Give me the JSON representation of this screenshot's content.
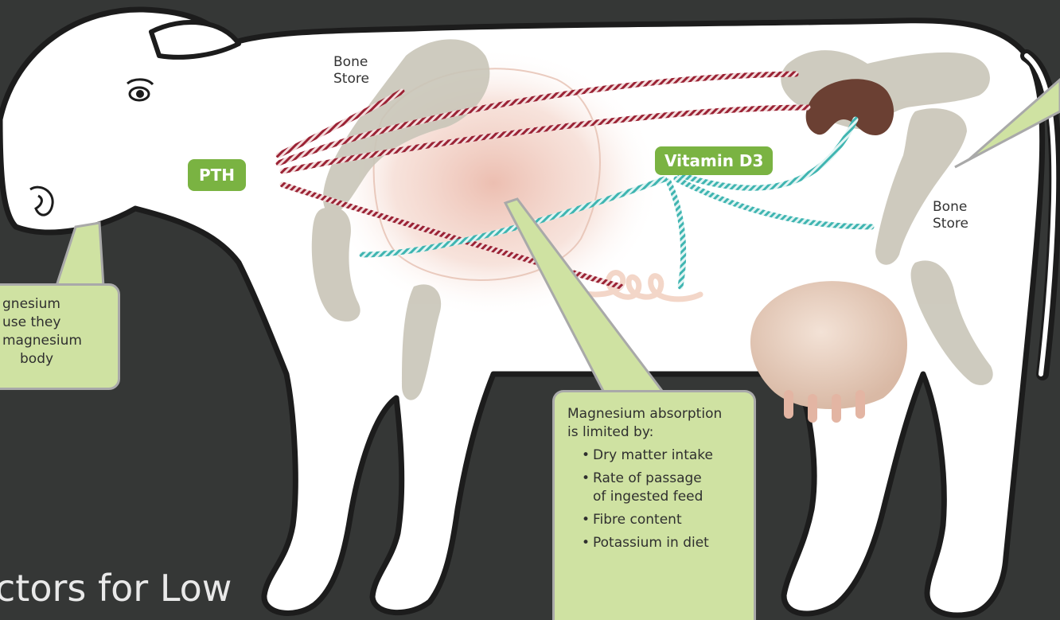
{
  "labels": {
    "bone_store_front": [
      "Bone",
      "Store"
    ],
    "bone_store_rear": [
      "Bone",
      "Store"
    ],
    "pth": "PTH",
    "vitamin_d3": "Vitamin D3"
  },
  "callouts": {
    "left": {
      "lines": [
        "gnesium",
        "use they",
        "magnesium",
        "body"
      ]
    },
    "absorption": {
      "intro": [
        "Magnesium absorption",
        "is limited by:"
      ],
      "items": [
        [
          "Dry matter intake"
        ],
        [
          "Rate of passage",
          "of ingested feed"
        ],
        [
          "Fibre content"
        ],
        [
          "Potassium in diet"
        ]
      ]
    }
  },
  "heading": "ctors for Low",
  "colors": {
    "background": "#353736",
    "hormone_tag": "#7ab342",
    "callout_fill": "#cfe2a2",
    "pth_pathway": "#9b2335",
    "vitamin_d3_pathway": "#3fb5b1",
    "kidney": "#6b4033",
    "udder": "#e8d3c4"
  }
}
